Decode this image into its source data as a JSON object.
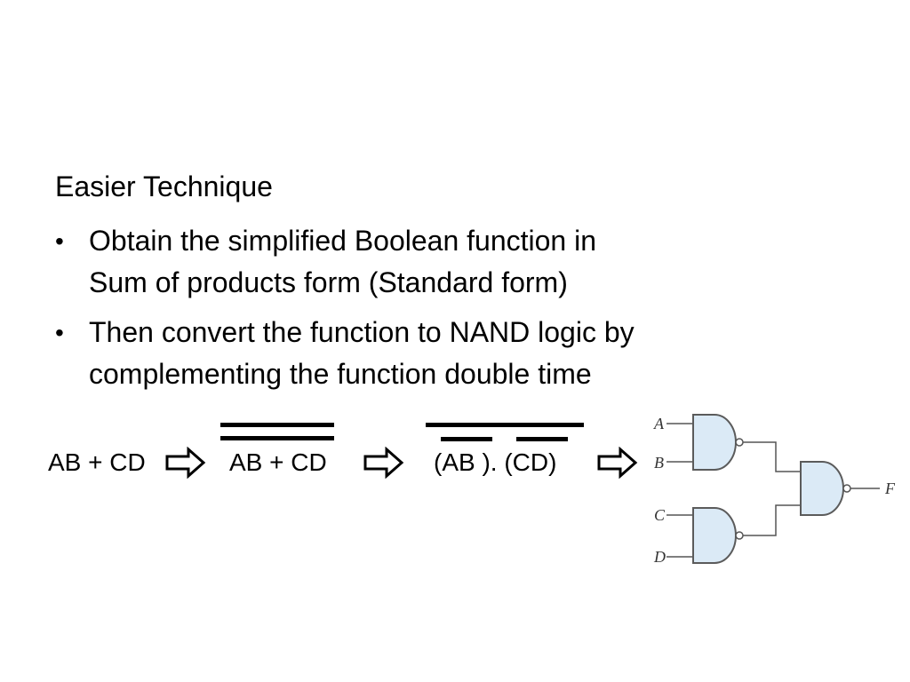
{
  "slide": {
    "heading": "Easier Technique",
    "bullets": [
      {
        "line1": "Obtain the simplified Boolean function in",
        "line2": "Sum of products form (Standard form)"
      },
      {
        "line1": "Then convert the function to NAND logic by",
        "line2": "complementing the function double time"
      }
    ],
    "bullet_glyph": "•"
  },
  "conversion": {
    "step1": "AB + CD",
    "step2": "AB + CD",
    "step3": "(AB ). (CD)",
    "arrow_icon": "right-arrow-icon"
  },
  "circuit": {
    "inputs": [
      "A",
      "B",
      "C",
      "D"
    ],
    "output": "F",
    "gate_fill": "#dbeaf6"
  }
}
